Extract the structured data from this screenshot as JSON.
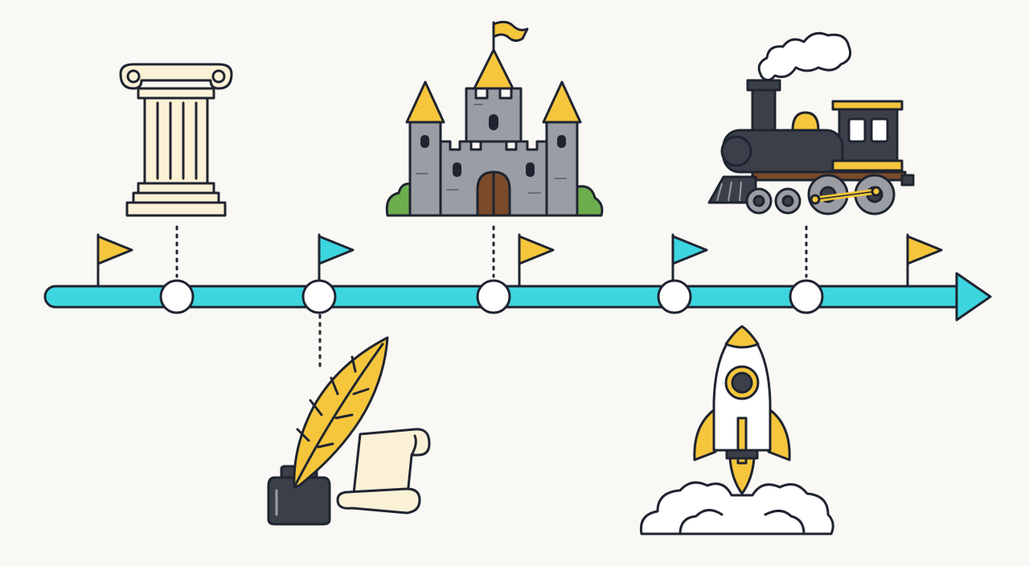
{
  "colors": {
    "background": "#f9f8f4",
    "timeline": "#3dd6e0",
    "outline": "#1f2430",
    "gold": "#f5c63c",
    "stone": "#9a9da3",
    "dark_metal": "#3b3f4a",
    "wood": "#7a4a2a",
    "parchment": "#fbf1d6",
    "bush": "#6cae4e",
    "white": "#ffffff"
  },
  "timeline": {
    "direction": "left-to-right",
    "node_count": 5,
    "flags": [
      {
        "color": "gold"
      },
      {
        "color": "timeline"
      },
      {
        "color": "gold"
      },
      {
        "color": "timeline"
      },
      {
        "color": "gold"
      }
    ]
  },
  "eras": [
    {
      "icon": "ionic-column-icon",
      "position": "above"
    },
    {
      "icon": "quill-ink-scroll-icon",
      "position": "below"
    },
    {
      "icon": "castle-icon",
      "position": "above"
    },
    {
      "icon": "rocket-icon",
      "position": "below"
    },
    {
      "icon": "steam-locomotive-icon",
      "position": "above"
    }
  ]
}
